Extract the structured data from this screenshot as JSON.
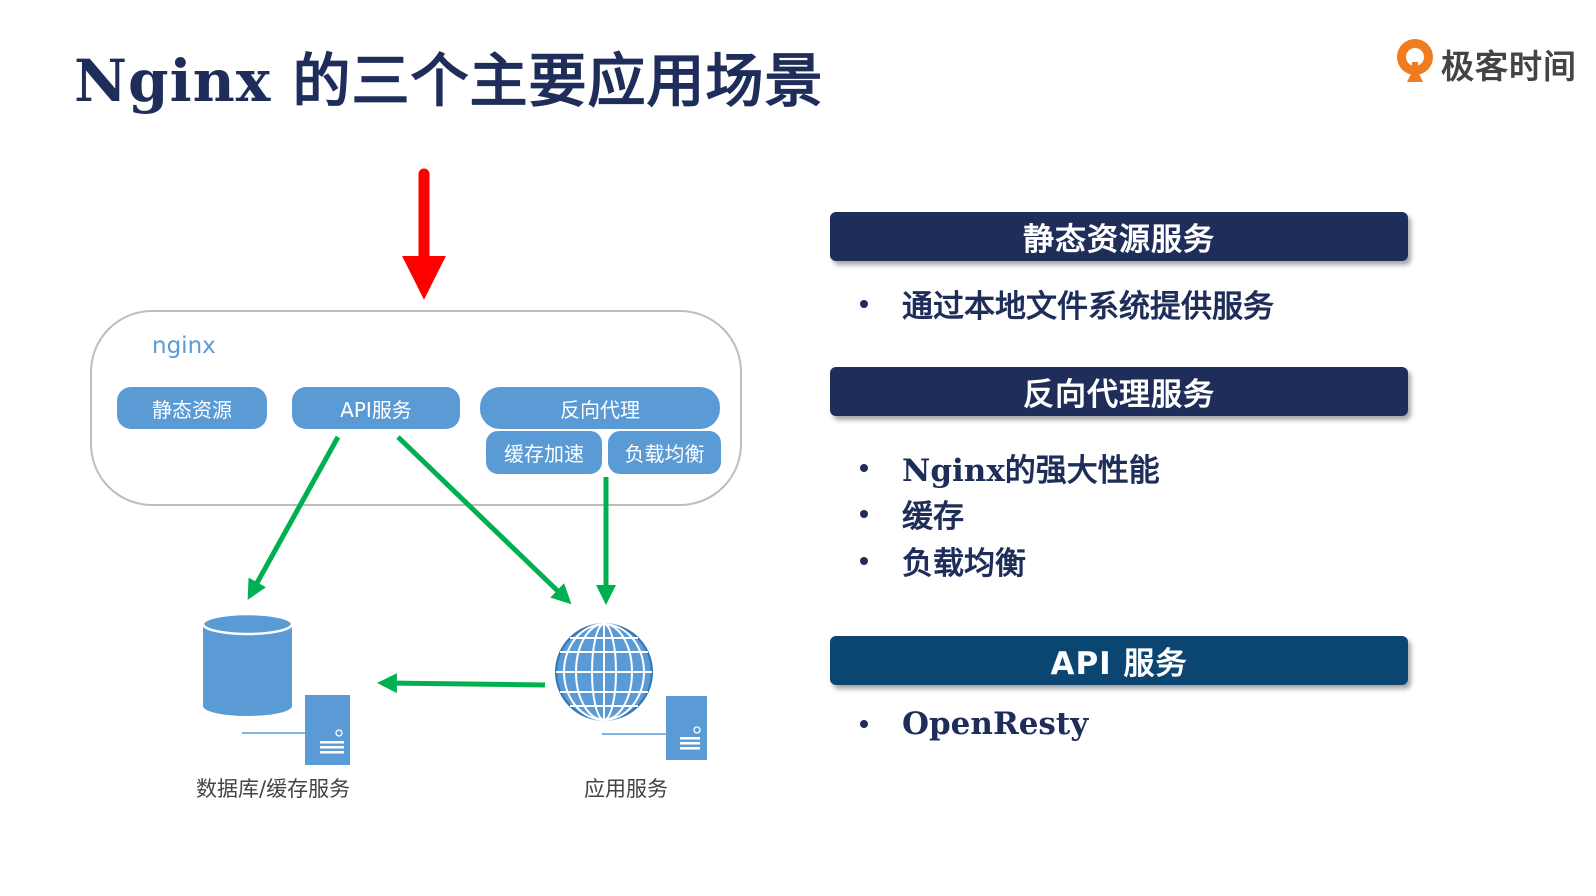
{
  "slide": {
    "title": "Nginx 的三个主要应用场景",
    "brand": "极客时间"
  },
  "diagram": {
    "container_label": "nginx",
    "modules": {
      "static": "静态资源",
      "api": "API服务",
      "proxy": "反向代理",
      "cache": "缓存加速",
      "balance": "负载均衡"
    },
    "nodes": {
      "database": "数据库/缓存服务",
      "app": "应用服务"
    }
  },
  "sections": [
    {
      "header": "静态资源服务",
      "items": [
        "通过本地文件系统提供服务"
      ]
    },
    {
      "header": "反向代理服务",
      "items": [
        "Nginx的强大性能",
        "缓存",
        "负载均衡"
      ]
    },
    {
      "header": "API 服务",
      "items": [
        "OpenResty"
      ]
    }
  ],
  "colors": {
    "title": "#1f2d5a",
    "header_dark": "#1f2d5a",
    "header_blue": "#0b4672",
    "module_fill": "#5b9bd5",
    "arrow_incoming": "#ff0000",
    "arrow_flow": "#00b050",
    "brand_orange": "#f07c1e"
  },
  "icons": [
    "brand-logo-icon",
    "database-icon",
    "globe-icon",
    "server-icon"
  ]
}
